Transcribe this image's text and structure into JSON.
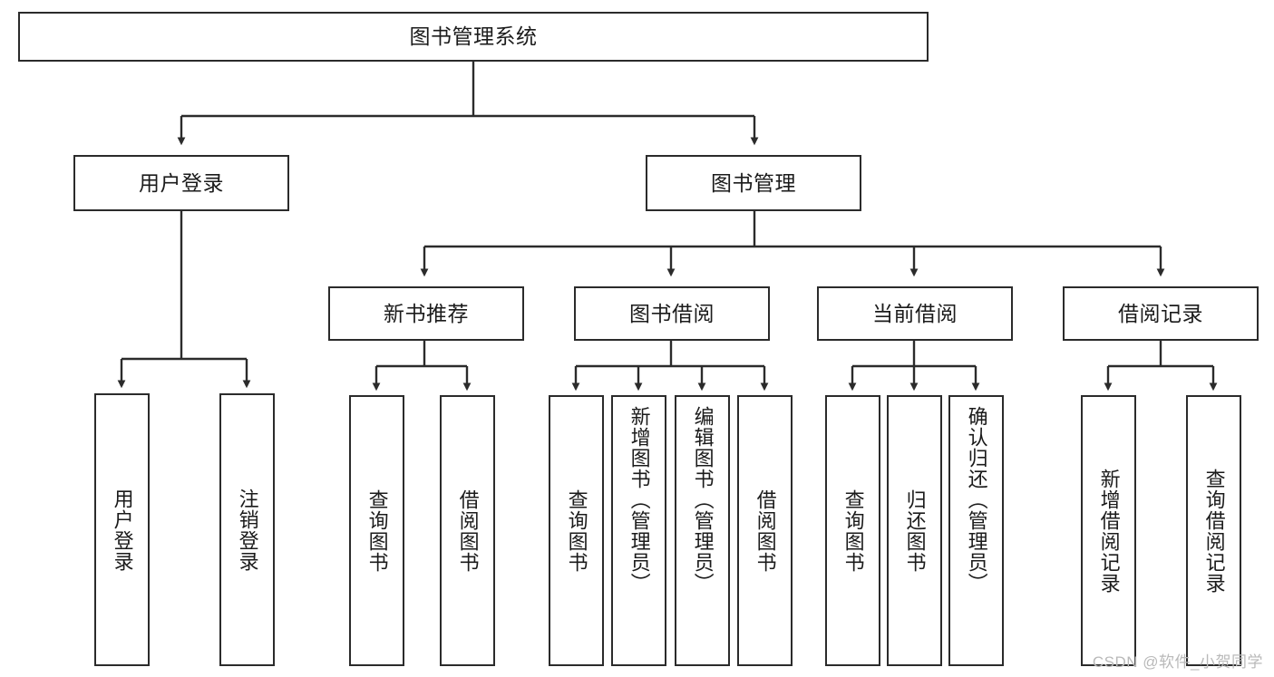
{
  "diagram": {
    "title": "图书管理系统",
    "type": "tree-hierarchy",
    "root": {
      "label": "图书管理系统"
    },
    "level2": [
      {
        "label": "用户登录"
      },
      {
        "label": "图书管理"
      }
    ],
    "level3": [
      {
        "label": "新书推荐"
      },
      {
        "label": "图书借阅"
      },
      {
        "label": "当前借阅"
      },
      {
        "label": "借阅记录"
      }
    ],
    "leaves": {
      "user_login": [
        {
          "label": "用户登录"
        },
        {
          "label": "注销登录"
        }
      ],
      "new_book_recommend": [
        {
          "label": "查询图书"
        },
        {
          "label": "借阅图书"
        }
      ],
      "book_borrow": [
        {
          "label": "查询图书"
        },
        {
          "label": "新增图书（管理员）"
        },
        {
          "label": "编辑图书（管理员）"
        },
        {
          "label": "借阅图书"
        }
      ],
      "current_borrow": [
        {
          "label": "查询图书"
        },
        {
          "label": "归还图书"
        },
        {
          "label": "确认归还（管理员）"
        }
      ],
      "borrow_record": [
        {
          "label": "新增借阅记录"
        },
        {
          "label": "查询借阅记录"
        }
      ]
    }
  },
  "watermark": {
    "text": "CSDN @软件_小贺同学"
  },
  "colors": {
    "box_border": "#2b2b2b",
    "box_fill": "#ffffff",
    "text": "#1b1b1b",
    "connector": "#2b2b2b",
    "watermark": "#b9b9b9",
    "background": "#ffffff"
  }
}
